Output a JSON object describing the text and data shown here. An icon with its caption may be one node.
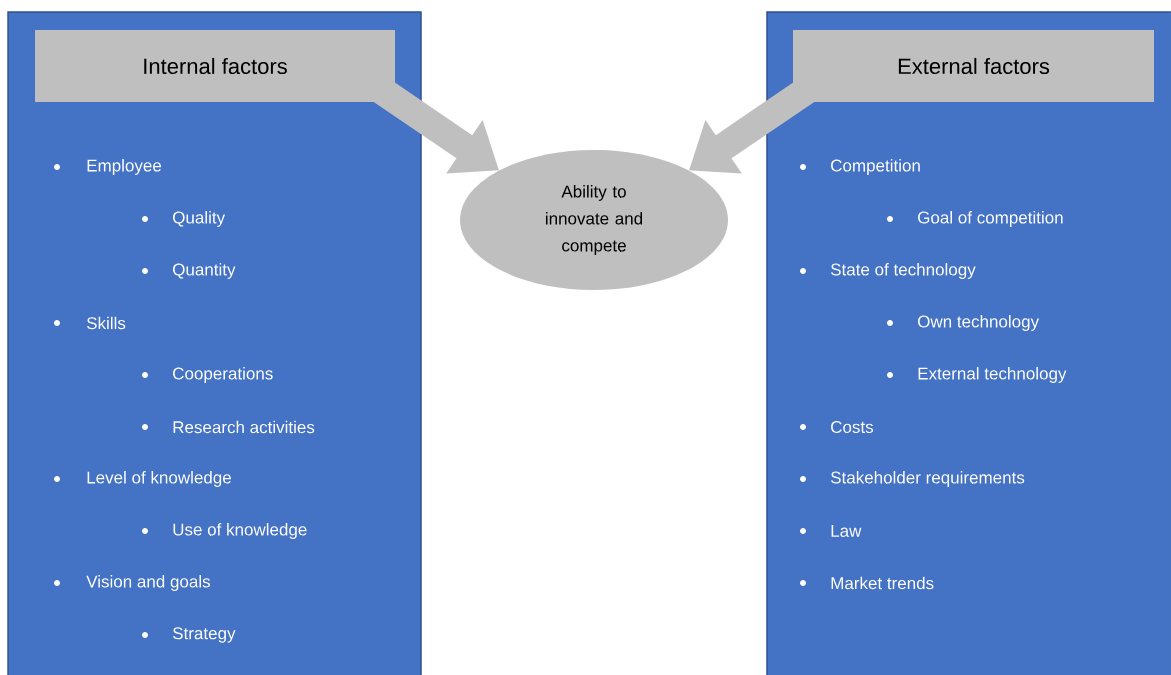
{
  "diagram": {
    "nodes": [
      {
        "text": [
          "Employee",
          "Quality",
          "Quantity",
          "Skills",
          "Cooperations",
          "Research activities",
          "Level of knowledge",
          "Use of knowledge",
          "Vision and goals",
          "Strategy"
        ]
      },
      {
        "text": [
          "Internal factors"
        ],
        "in": 0
      },
      {
        "text": [
          "Competition",
          "Goal of competition",
          "State of technology",
          "Own technology",
          "External technology",
          "Costs",
          "Stakeholder requirements",
          "Law",
          "Market trends"
        ]
      },
      {
        "text": [
          "External factors"
        ],
        "in": 2
      },
      {
        "text": [
          "Ability to innovate and compete"
        ]
      }
    ],
    "edges": [
      {
        "from": 1,
        "to": 4,
        "arrow": "to"
      },
      {
        "from": 3,
        "to": 4,
        "arrow": "to"
      }
    ]
  }
}
